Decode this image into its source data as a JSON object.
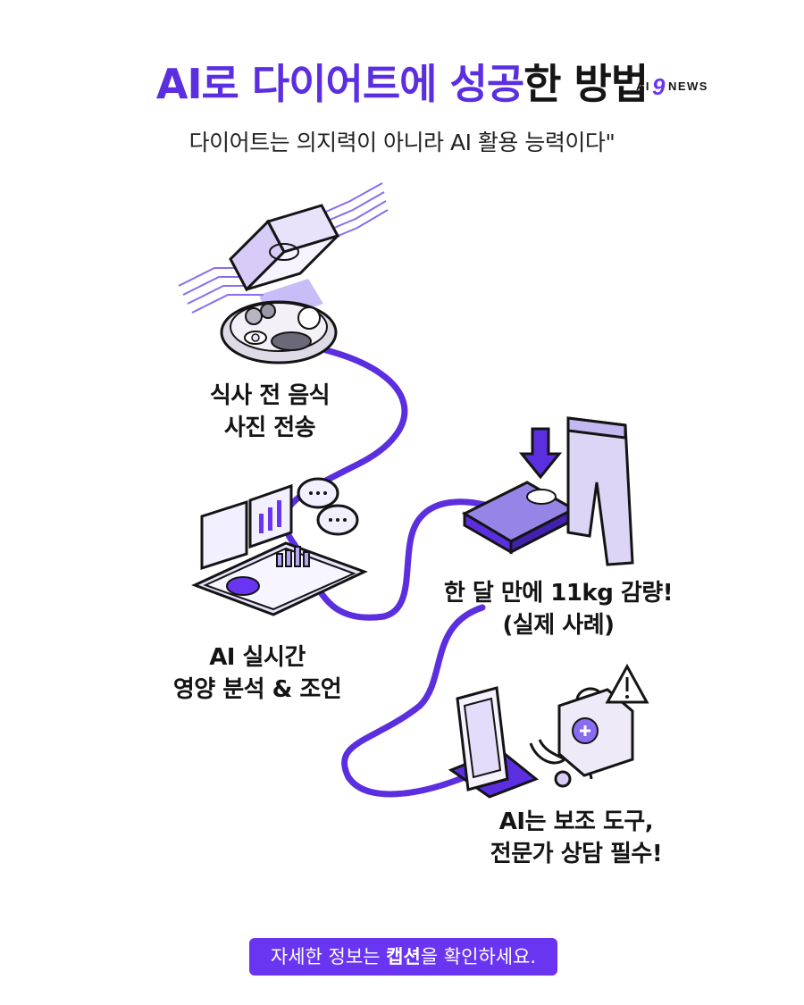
{
  "header": {
    "title_part1": "AI로 다이어트에 성공",
    "title_part2": "한 방법",
    "logo_prefix": "AI",
    "logo_number": "9",
    "logo_suffix": "NEWS",
    "subtitle": "다이어트는 의지력이 아니라 AI 활용 능력이다\""
  },
  "steps": [
    {
      "line1": "식사 전 음식",
      "line2": "사진 전송"
    },
    {
      "line1": "AI 실시간",
      "line2": "영양 분석 & 조언"
    },
    {
      "line1": "한 달 만에 11kg 감량!",
      "line2": "(실제 사례)"
    },
    {
      "line1": "AI는 보조 도구,",
      "line2": "전문가 상담 필수!"
    }
  ],
  "footer": {
    "before": "자세한 정보는 ",
    "bold": "캡션",
    "after": "을 확인하세요."
  },
  "colors": {
    "accent": "#5b2ee0",
    "accent_light": "#8a6cf0",
    "footer_bg": "#6a35f0"
  },
  "icons": [
    "smartphone-icon",
    "food-plate-icon",
    "dashboard-icon",
    "chat-bubble-icon",
    "scale-icon",
    "down-arrow-icon",
    "pants-icon",
    "phone-stand-icon",
    "medical-kit-icon",
    "warning-icon",
    "stethoscope-icon"
  ]
}
